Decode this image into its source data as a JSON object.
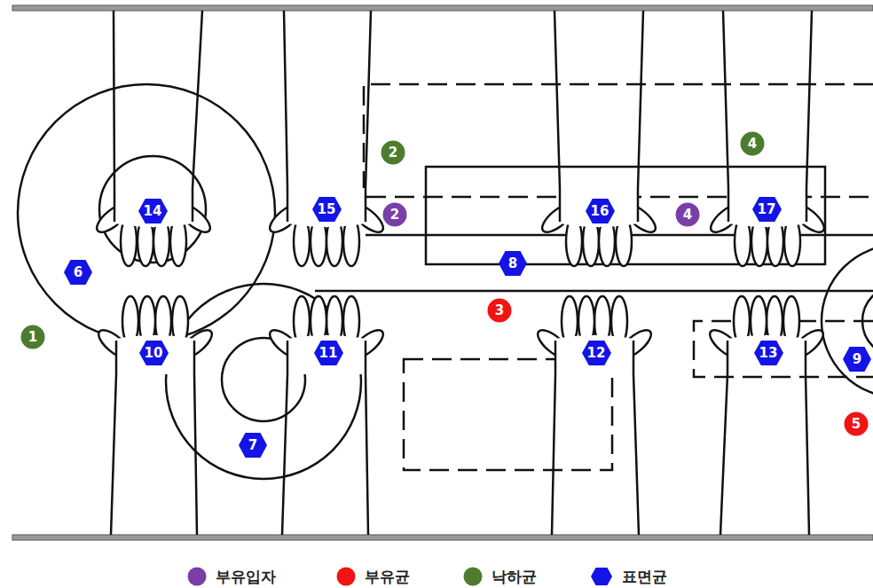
{
  "diagram": {
    "labels": [
      "2",
      "4",
      "14",
      "15",
      "2",
      "16",
      "4",
      "17",
      "6",
      "8",
      "3",
      "1",
      "10",
      "11",
      "12",
      "13",
      "9",
      "7",
      "5"
    ],
    "legend": [
      {
        "text": "부유입자",
        "color": "#7a3fa6"
      },
      {
        "text": "부유균",
        "color": "#f01414"
      },
      {
        "text": "낙하균",
        "color": "#4d7c2f"
      },
      {
        "text": "표면균",
        "color": "#1414e6"
      }
    ]
  }
}
